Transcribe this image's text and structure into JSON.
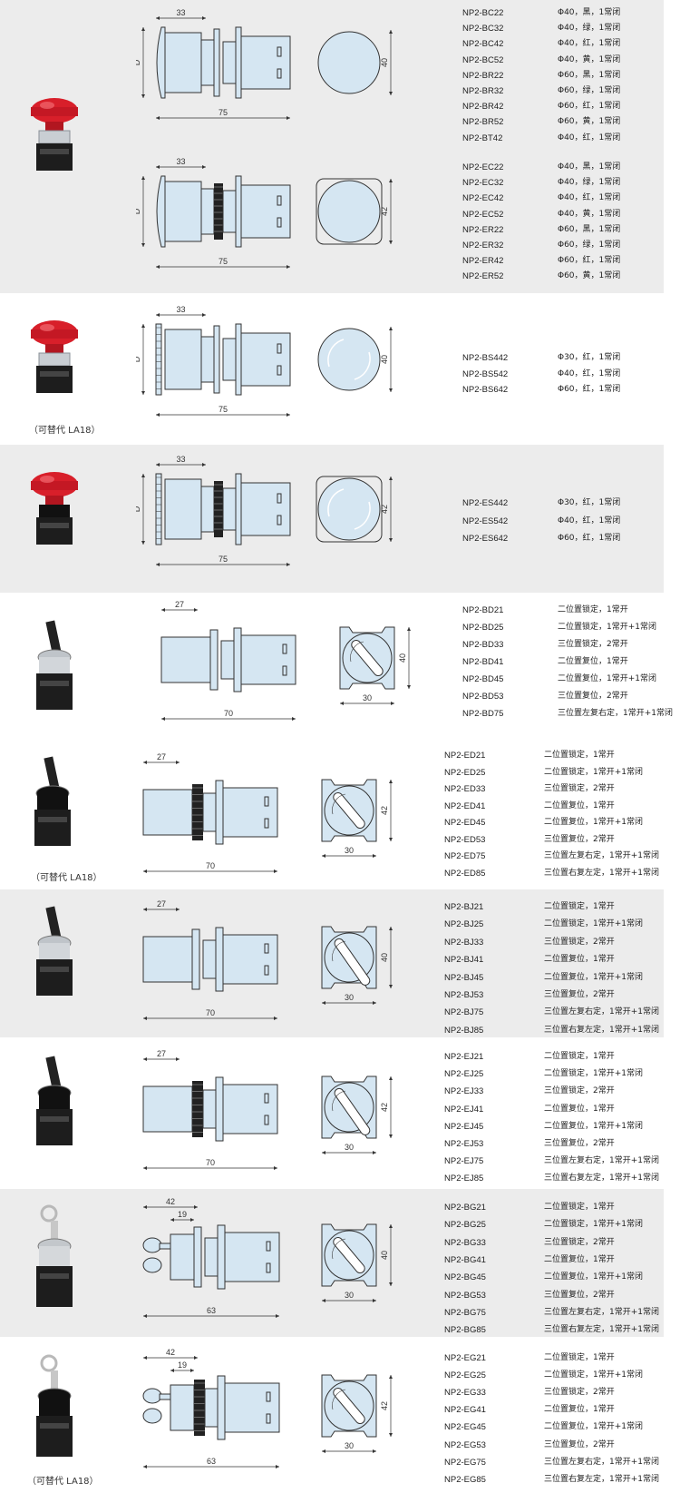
{
  "sections": [
    {
      "key": "bc",
      "dims": {
        "top": "33",
        "bottom": "75",
        "side": "40",
        "left": "D"
      },
      "specs": [
        {
          "m": "NP2-BC22",
          "d": "Φ40，黑，1常闭"
        },
        {
          "m": "NP2-BC32",
          "d": "Φ40，绿，1常闭"
        },
        {
          "m": "NP2-BC42",
          "d": "Φ40，红，1常闭"
        },
        {
          "m": "NP2-BC52",
          "d": "Φ40，黄，1常闭"
        },
        {
          "m": "NP2-BR22",
          "d": "Φ60，黑，1常闭"
        },
        {
          "m": "NP2-BR32",
          "d": "Φ60，绿，1常闭"
        },
        {
          "m": "NP2-BR42",
          "d": "Φ60，红，1常闭"
        },
        {
          "m": "NP2-BR52",
          "d": "Φ60，黄，1常闭"
        },
        {
          "m": "NP2-BT42",
          "d": "Φ40，红，1常闭"
        }
      ]
    },
    {
      "key": "ec",
      "dims": {
        "top": "33",
        "bottom": "75",
        "side": "42",
        "left": "D"
      },
      "specs": [
        {
          "m": "NP2-EC22",
          "d": "Φ40，黑，1常闭"
        },
        {
          "m": "NP2-EC32",
          "d": "Φ40，绿，1常闭"
        },
        {
          "m": "NP2-EC42",
          "d": "Φ40，红，1常闭"
        },
        {
          "m": "NP2-EC52",
          "d": "Φ40，黄，1常闭"
        },
        {
          "m": "NP2-ER22",
          "d": "Φ60，黑，1常闭"
        },
        {
          "m": "NP2-ER32",
          "d": "Φ60，绿，1常闭"
        },
        {
          "m": "NP2-ER42",
          "d": "Φ60，红，1常闭"
        },
        {
          "m": "NP2-ER52",
          "d": "Φ60，黄，1常闭"
        }
      ]
    },
    {
      "key": "bs",
      "note": "（可替代 LA18）",
      "dims": {
        "top": "33",
        "bottom": "75",
        "side": "40",
        "left": "D"
      },
      "specs": [
        {
          "m": "NP2-BS442",
          "d": "Φ30，红，1常闭"
        },
        {
          "m": "NP2-BS542",
          "d": "Φ40，红，1常闭"
        },
        {
          "m": "NP2-BS642",
          "d": "Φ60，红，1常闭"
        }
      ]
    },
    {
      "key": "es",
      "dims": {
        "top": "33",
        "bottom": "75",
        "side": "42",
        "left": "D"
      },
      "specs": [
        {
          "m": "NP2-ES442",
          "d": "Φ30，红，1常闭"
        },
        {
          "m": "NP2-ES542",
          "d": "Φ40，红，1常闭"
        },
        {
          "m": "NP2-ES642",
          "d": "Φ60，红，1常闭"
        }
      ]
    },
    {
      "key": "bd",
      "dims": {
        "top": "27",
        "bottom": "70",
        "side": "40",
        "square": "30"
      },
      "specs": [
        {
          "m": "NP2-BD21",
          "d": "二位置锁定，1常开"
        },
        {
          "m": "NP2-BD25",
          "d": "二位置锁定，1常开+1常闭"
        },
        {
          "m": "NP2-BD33",
          "d": "三位置锁定，2常开"
        },
        {
          "m": "NP2-BD41",
          "d": "二位置复位，1常开"
        },
        {
          "m": "NP2-BD45",
          "d": "二位置复位，1常开+1常闭"
        },
        {
          "m": "NP2-BD53",
          "d": "三位置复位，2常开"
        },
        {
          "m": "NP2-BD75",
          "d": "三位置左复右定，1常开+1常闭"
        }
      ]
    },
    {
      "key": "ed",
      "note": "（可替代 LA18）",
      "dims": {
        "top": "27",
        "bottom": "70",
        "side": "42",
        "square": "30"
      },
      "specs": [
        {
          "m": "NP2-ED21",
          "d": "二位置锁定，1常开"
        },
        {
          "m": "NP2-ED25",
          "d": "二位置锁定，1常开+1常闭"
        },
        {
          "m": "NP2-ED33",
          "d": "三位置锁定，2常开"
        },
        {
          "m": "NP2-ED41",
          "d": "二位置复位，1常开"
        },
        {
          "m": "NP2-ED45",
          "d": "二位置复位，1常开+1常闭"
        },
        {
          "m": "NP2-ED53",
          "d": "三位置复位，2常开"
        },
        {
          "m": "NP2-ED75",
          "d": "三位置左复右定，1常开+1常闭"
        },
        {
          "m": "NP2-ED85",
          "d": "三位置右复左定，1常开+1常闭"
        }
      ]
    },
    {
      "key": "bj",
      "dims": {
        "top": "27",
        "bottom": "70",
        "side": "40",
        "square": "30"
      },
      "specs": [
        {
          "m": "NP2-BJ21",
          "d": "二位置锁定，1常开"
        },
        {
          "m": "NP2-BJ25",
          "d": "二位置锁定，1常开+1常闭"
        },
        {
          "m": "NP2-BJ33",
          "d": "三位置锁定，2常开"
        },
        {
          "m": "NP2-BJ41",
          "d": "二位置复位，1常开"
        },
        {
          "m": "NP2-BJ45",
          "d": "二位置复位，1常开+1常闭"
        },
        {
          "m": "NP2-BJ53",
          "d": "三位置复位，2常开"
        },
        {
          "m": "NP2-BJ75",
          "d": "三位置左复右定，1常开+1常闭"
        },
        {
          "m": "NP2-BJ85",
          "d": "三位置右复左定，1常开+1常闭"
        }
      ]
    },
    {
      "key": "ej",
      "dims": {
        "top": "27",
        "bottom": "70",
        "side": "42",
        "square": "30"
      },
      "specs": [
        {
          "m": "NP2-EJ21",
          "d": "二位置锁定，1常开"
        },
        {
          "m": "NP2-EJ25",
          "d": "二位置锁定，1常开+1常闭"
        },
        {
          "m": "NP2-EJ33",
          "d": "三位置锁定，2常开"
        },
        {
          "m": "NP2-EJ41",
          "d": "二位置复位，1常开"
        },
        {
          "m": "NP2-EJ45",
          "d": "二位置复位，1常开+1常闭"
        },
        {
          "m": "NP2-EJ53",
          "d": "三位置复位，2常开"
        },
        {
          "m": "NP2-EJ75",
          "d": "三位置左复右定，1常开+1常闭"
        },
        {
          "m": "NP2-EJ85",
          "d": "三位置右复左定，1常开+1常闭"
        }
      ]
    },
    {
      "key": "bg",
      "dims": {
        "top": "42",
        "top2": "19",
        "bottom": "63",
        "side": "40",
        "square": "30"
      },
      "specs": [
        {
          "m": "NP2-BG21",
          "d": "二位置锁定，1常开"
        },
        {
          "m": "NP2-BG25",
          "d": "二位置锁定，1常开+1常闭"
        },
        {
          "m": "NP2-BG33",
          "d": "三位置锁定，2常开"
        },
        {
          "m": "NP2-BG41",
          "d": "二位置复位，1常开"
        },
        {
          "m": "NP2-BG45",
          "d": "二位置复位，1常开+1常闭"
        },
        {
          "m": "NP2-BG53",
          "d": "三位置复位，2常开"
        },
        {
          "m": "NP2-BG75",
          "d": "三位置左复右定，1常开+1常闭"
        },
        {
          "m": "NP2-BG85",
          "d": "三位置右复左定，1常开+1常闭"
        }
      ]
    },
    {
      "key": "eg",
      "note": "（可替代 LA18）",
      "dims": {
        "top": "42",
        "top2": "19",
        "bottom": "63",
        "side": "42",
        "square": "30"
      },
      "specs": [
        {
          "m": "NP2-EG21",
          "d": "二位置锁定，1常开"
        },
        {
          "m": "NP2-EG25",
          "d": "二位置锁定，1常开+1常闭"
        },
        {
          "m": "NP2-EG33",
          "d": "三位置锁定，2常开"
        },
        {
          "m": "NP2-EG41",
          "d": "二位置复位，1常开"
        },
        {
          "m": "NP2-EG45",
          "d": "二位置复位，1常开+1常闭"
        },
        {
          "m": "NP2-EG53",
          "d": "三位置复位，2常开"
        },
        {
          "m": "NP2-EG75",
          "d": "三位置左复右定，1常开+1常闭"
        },
        {
          "m": "NP2-EG85",
          "d": "三位置右复左定，1常开+1常闭"
        }
      ]
    }
  ]
}
